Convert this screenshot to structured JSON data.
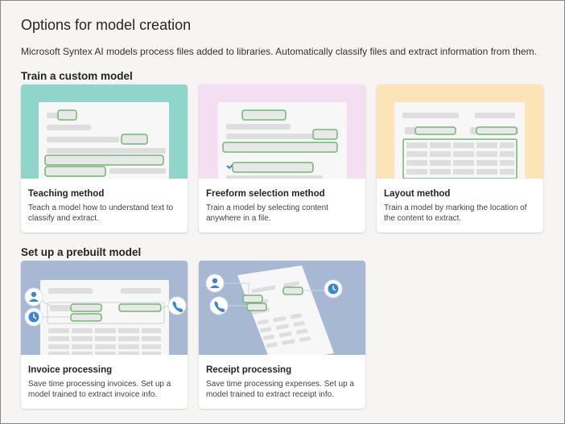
{
  "page": {
    "title": "Options for model creation",
    "description": "Microsoft Syntex AI models process files added to libraries. Automatically classify files and extract information from them."
  },
  "sections": {
    "custom": "Train a custom model",
    "prebuilt": "Set up a prebuilt model"
  },
  "cards": {
    "teaching": {
      "title": "Teaching method",
      "desc": "Teach a model how to understand text to classify and extract."
    },
    "freeform": {
      "title": "Freeform selection method",
      "desc": "Train a model by selecting content anywhere in a file."
    },
    "layout": {
      "title": "Layout method",
      "desc": "Train a model by marking the location of the content to extract."
    },
    "invoice": {
      "title": "Invoice processing",
      "desc": "Save time processing invoices. Set up a model trained to extract invoice info."
    },
    "receipt": {
      "title": "Receipt processing",
      "desc": "Save time processing expenses. Set up a model trained to extract receipt info."
    }
  },
  "colors": {
    "teaching_bg": "#8fd5c9",
    "freeform_bg": "#f4dff2",
    "layout_bg": "#fde4b7",
    "prebuilt_bg": "#a7b8d3",
    "highlight": "#6fb86f",
    "accent_blue": "#3a86d6"
  },
  "icons": {
    "person": "person-icon",
    "clock": "clock-icon",
    "phone": "phone-icon",
    "check": "checkmark-icon"
  }
}
